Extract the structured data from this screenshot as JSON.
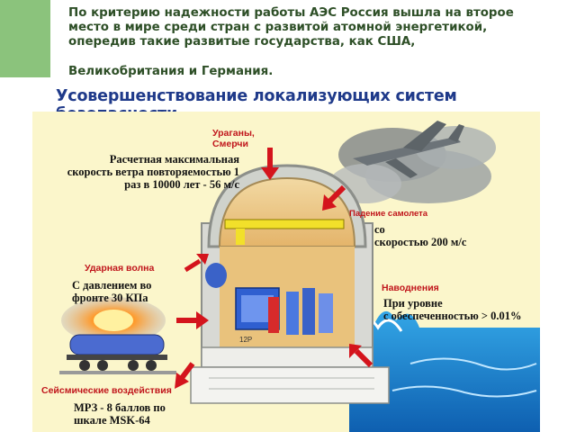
{
  "header": {
    "line1": "По критерию надежности работы АЭС Россия вышла на второе",
    "line2": "место в мире среди стран с развитой атомной энергетикой,",
    "line3": "опередив такие развитые государства, как США,",
    "line4": "Великобритания и Германия."
  },
  "title": "Усовершенствование локализующих систем безопасности",
  "diagram": {
    "hurricanes": {
      "label1": "Ураганы,",
      "label2": "Смерчи"
    },
    "wind": {
      "line1": "Расчетная максимальная",
      "line2": "скорость ветра повторяемостью 1",
      "line3": "раз в 10000 лет - 56 м/с"
    },
    "plane": {
      "label": "Падение самолета",
      "line1": "со",
      "line2": "скоростью 200 м/с"
    },
    "shockwave": {
      "label": "Ударная волна",
      "line1": "С давлением во",
      "line2": "фронте 30 КПа"
    },
    "flood": {
      "label": "Наводнения",
      "line1": "При уровне",
      "line2": "с обеспеченностью  >  0.01%"
    },
    "seismic": {
      "label": "Сейсмические воздействия",
      "line1": "МРЗ - 8 баллов по",
      "line2": "шкале MSK-64"
    },
    "marker": "12P",
    "colors": {
      "accent_red": "#c0151b",
      "title_blue": "#1f3a8a",
      "header_green": "#2e4f27",
      "tab_green": "#8bc37c",
      "panel_yellow": "#fbf6cb"
    }
  }
}
